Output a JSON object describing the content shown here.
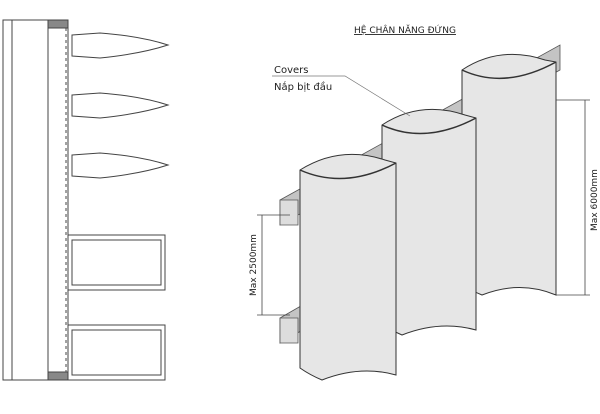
{
  "title": "HỆ CHÂN NĂNG ĐỨNG",
  "callout": {
    "line1": "Covers",
    "line2": "Nắp bịt đầu"
  },
  "dimensions": {
    "left": "Max 2500mm",
    "right": "Max 6000mm"
  },
  "colors": {
    "panel": "#e6e6e6",
    "beam": "#bdbdbd",
    "line": "#333333"
  }
}
